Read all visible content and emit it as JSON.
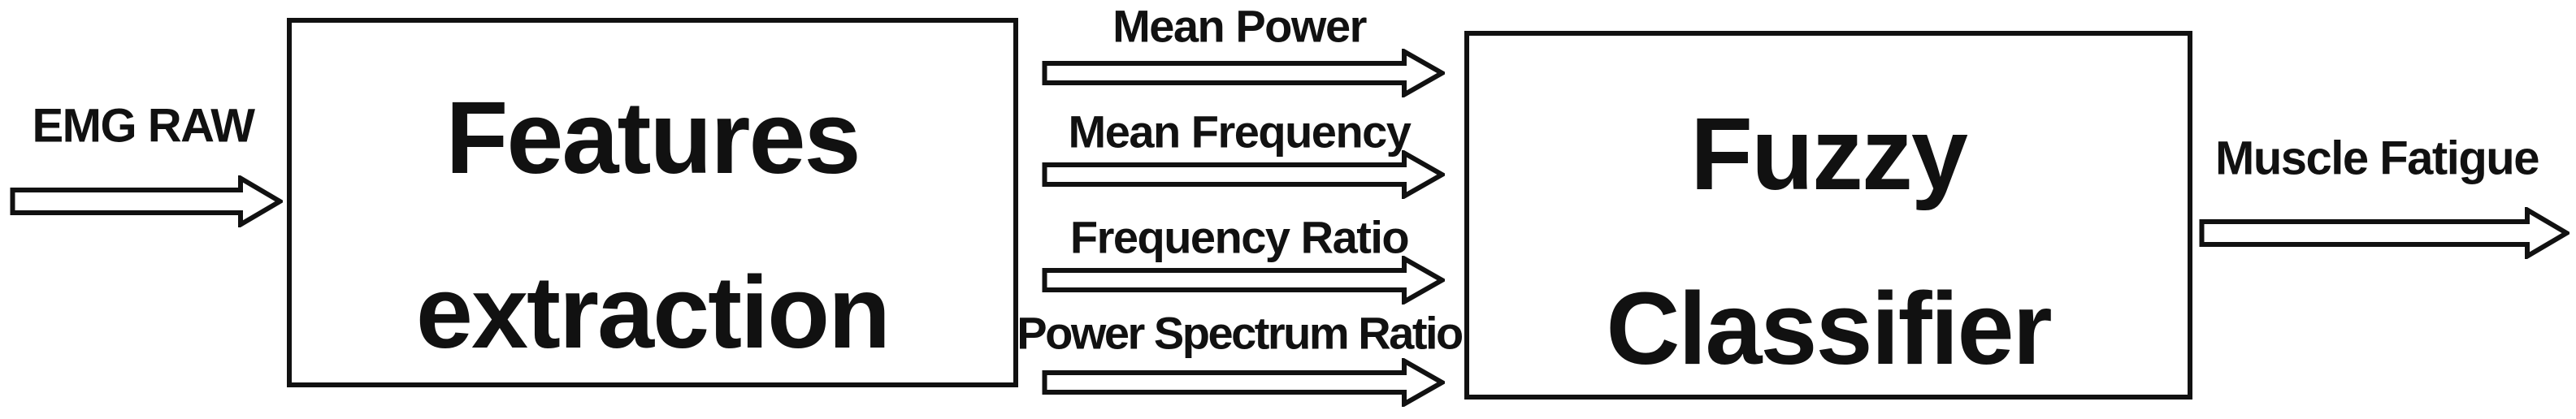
{
  "diagram": {
    "input_label": "EMG RAW",
    "output_label": "Muscle Fatigue",
    "boxes": [
      {
        "id": "features-extraction",
        "lines": [
          "Features",
          "extraction"
        ]
      },
      {
        "id": "fuzzy-classifier",
        "lines": [
          "Fuzzy",
          "Classifier"
        ]
      }
    ],
    "signals": [
      {
        "label": "Mean Power"
      },
      {
        "label": "Mean Frequency"
      },
      {
        "label": "Frequency Ratio"
      },
      {
        "label": "Power Spectrum Ratio"
      }
    ],
    "edges": [
      {
        "from": "EMG RAW",
        "to": "Features extraction"
      },
      {
        "from": "Features extraction",
        "to": "Fuzzy Classifier",
        "via": "Mean Power"
      },
      {
        "from": "Features extraction",
        "to": "Fuzzy Classifier",
        "via": "Mean Frequency"
      },
      {
        "from": "Features extraction",
        "to": "Fuzzy Classifier",
        "via": "Frequency Ratio"
      },
      {
        "from": "Features extraction",
        "to": "Fuzzy Classifier",
        "via": "Power Spectrum Ratio"
      },
      {
        "from": "Fuzzy Classifier",
        "to": "Muscle Fatigue"
      }
    ],
    "colors": {
      "stroke": "#111111",
      "fill": "#ffffff",
      "text": "#111111",
      "background": "#ffffff"
    }
  }
}
